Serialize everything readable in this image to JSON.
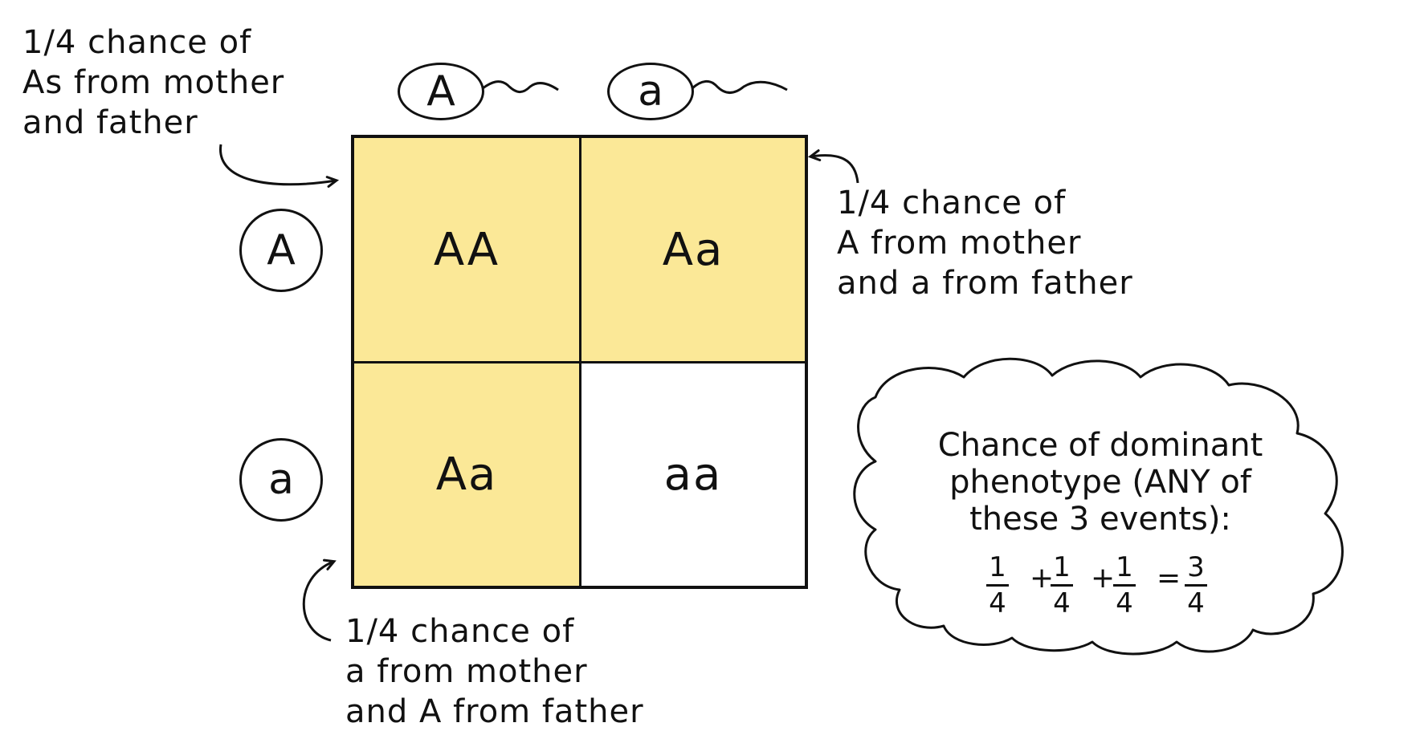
{
  "punnett": {
    "top_alleles": [
      "A",
      "a"
    ],
    "side_alleles": [
      "A",
      "a"
    ],
    "cells": [
      {
        "genotype": "AA",
        "dominant": true
      },
      {
        "genotype": "Aa",
        "dominant": true
      },
      {
        "genotype": "Aa",
        "dominant": true
      },
      {
        "genotype": "aa",
        "dominant": false
      }
    ],
    "dominant_fill": "#fbe897",
    "recessive_fill": "#ffffff"
  },
  "notes": {
    "top_left": [
      "1/4 chance of",
      "As from mother",
      "and father"
    ],
    "right": [
      "1/4 chance of",
      "A from mother",
      "and a from father"
    ],
    "bottom": [
      "1/4 chance of",
      "a from mother",
      "and A from father"
    ]
  },
  "cloud": {
    "lines": [
      "Chance of dominant",
      "phenotype (ANY of",
      "these  3 events):"
    ],
    "equation": {
      "fractions": [
        {
          "num": "1",
          "den": "4"
        },
        {
          "num": "1",
          "den": "4"
        },
        {
          "num": "1",
          "den": "4"
        },
        {
          "num": "3",
          "den": "4"
        }
      ],
      "operators": [
        "+",
        "+",
        "="
      ]
    }
  }
}
